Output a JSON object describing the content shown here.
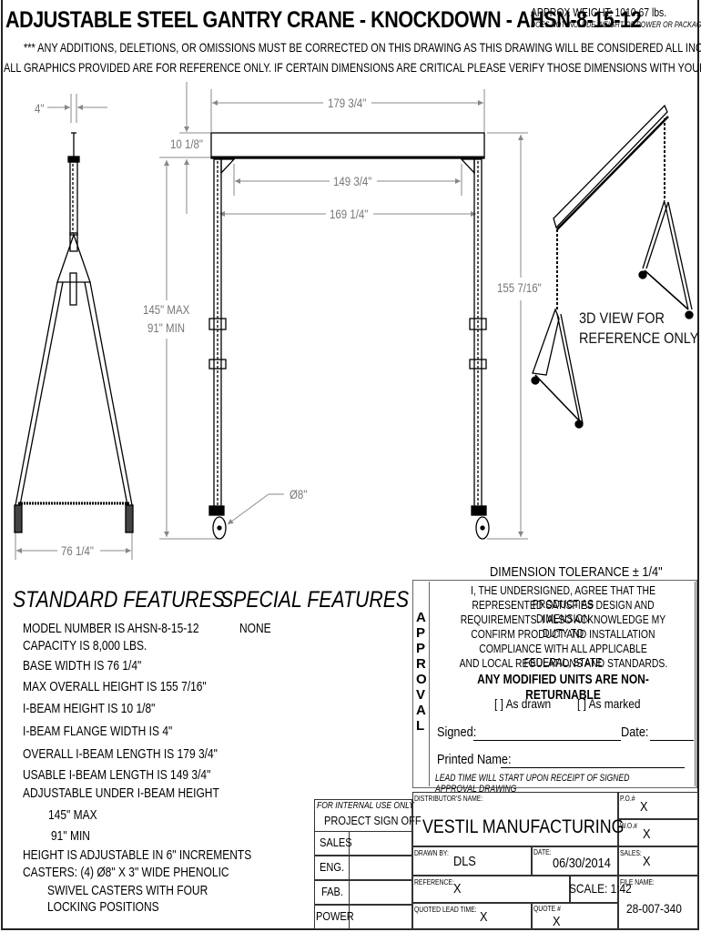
{
  "header": {
    "title": "ADJUSTABLE STEEL GANTRY CRANE - KNOCKDOWN - AHSN-8-15-12",
    "approx_weight": "APPROX WEIGHT: 1010.67 lbs.",
    "weight_note": "DOES NOT INCLUDE WEIGHT OF POWER OR PACKAGING!!",
    "warning_1": "*** ANY ADDITIONS, DELETIONS, OR OMISSIONS MUST BE CORRECTED ON THIS DRAWING AS THIS DRAWING WILL BE CONSIDERED ALL INCLUSIVE ***",
    "warning_2": "ALL GRAPHICS PROVIDED ARE FOR REFERENCE ONLY. IF CERTAIN DIMENSIONS ARE CRITICAL PLEASE VERIFY THOSE DIMENSIONS WITH YOUR SALESPERSON"
  },
  "dimensions": {
    "flange_width": "4\"",
    "beam_height": "10 1/8\"",
    "overall_length": "179 3/4\"",
    "usable_length": "149 3/4\"",
    "leg_span": "169 1/4\"",
    "height_max": "145\" MAX",
    "height_min": "91\" MIN",
    "overall_height": "155 7/16\"",
    "caster_diameter": "Ø8\"",
    "base_width": "76 1/4\""
  },
  "view_3d_label_1": "3D VIEW FOR",
  "view_3d_label_2": "REFERENCE ONLY",
  "standard_features": {
    "heading": "STANDARD FEATURES",
    "items": [
      "MODEL NUMBER IS AHSN-8-15-12",
      "CAPACITY IS 8,000 LBS.",
      "BASE WIDTH IS 76 1/4\"",
      "MAX OVERALL HEIGHT IS  155 7/16\"",
      "I-BEAM HEIGHT IS  10 1/8\"",
      "I-BEAM FLANGE WIDTH IS  4\"",
      "OVERALL I-BEAM LENGTH IS  179 3/4\"",
      "USABLE I-BEAM LENGTH IS  149 3/4\"",
      "ADJUSTABLE UNDER I-BEAM HEIGHT",
      "145\" MAX",
      "91\" MIN",
      "HEIGHT IS ADJUSTABLE IN 6\" INCREMENTS",
      "CASTERS: (4) Ø8\" X 3\" WIDE PHENOLIC",
      "SWIVEL CASTERS WITH FOUR",
      "LOCKING POSITIONS"
    ]
  },
  "special_features": {
    "heading": "SPECIAL FEATURES",
    "items": [
      "NONE"
    ]
  },
  "approval": {
    "tolerance": "DIMENSION TOLERANCE ± 1/4\"",
    "side_letters": [
      "A",
      "P",
      "P",
      "R",
      "O",
      "V",
      "A",
      "L"
    ],
    "statement": [
      "I, THE UNDERSIGNED, AGREE THAT THE PRODUCT AS",
      "REPRESENTED SATISFIES DESIGN AND DIMENSION",
      "REQUIREMENTS.  I ALSO ACKNOWLEDGE MY DUTY TO",
      "CONFIRM PRODUCT AND INSTALLATION",
      "COMPLIANCE WITH ALL APPLICABLE FEDERAL, STATE",
      "AND LOCAL REGULATIONS AND STANDARDS."
    ],
    "non_returnable": "ANY MODIFIED UNITS ARE NON-RETURNABLE",
    "option_drawn": "[   ] As drawn",
    "option_marked": "[   ] As marked",
    "signed_label": "Signed:",
    "date_label": "Date:",
    "printed_name_label": "Printed Name:",
    "lead_time_note": "LEAD TIME WILL START UPON RECEIPT OF SIGNED APPROVAL DRAWING"
  },
  "signoff": {
    "internal": "FOR INTERNAL USE ONLY",
    "title": "PROJECT SIGN OFF",
    "rows": [
      "SALES",
      "ENG.",
      "FAB.",
      "POWER"
    ]
  },
  "title_block": {
    "distributor_label": "DISTRIBUTOR'S NAME:",
    "distributor": "VESTIL MANUFACTURING",
    "po_label": "P.O.#",
    "po": "X",
    "wo_label": "W.O.#",
    "wo": "X",
    "drawn_by_label": "DRAWN BY:",
    "drawn_by": "DLS",
    "date_label": "DATE:",
    "date": "06/30/2014",
    "sales_label": "SALES:",
    "sales": "X",
    "reference_label": "REFERENCE:",
    "reference": "X",
    "scale": "SCALE: 1:42",
    "file_name_label": "FILE NAME:",
    "file_name": "28-007-340",
    "lead_time_label": "QUOTED LEAD TIME:",
    "lead_time": "X",
    "quote_label": "QUOTE #",
    "quote": "X"
  }
}
